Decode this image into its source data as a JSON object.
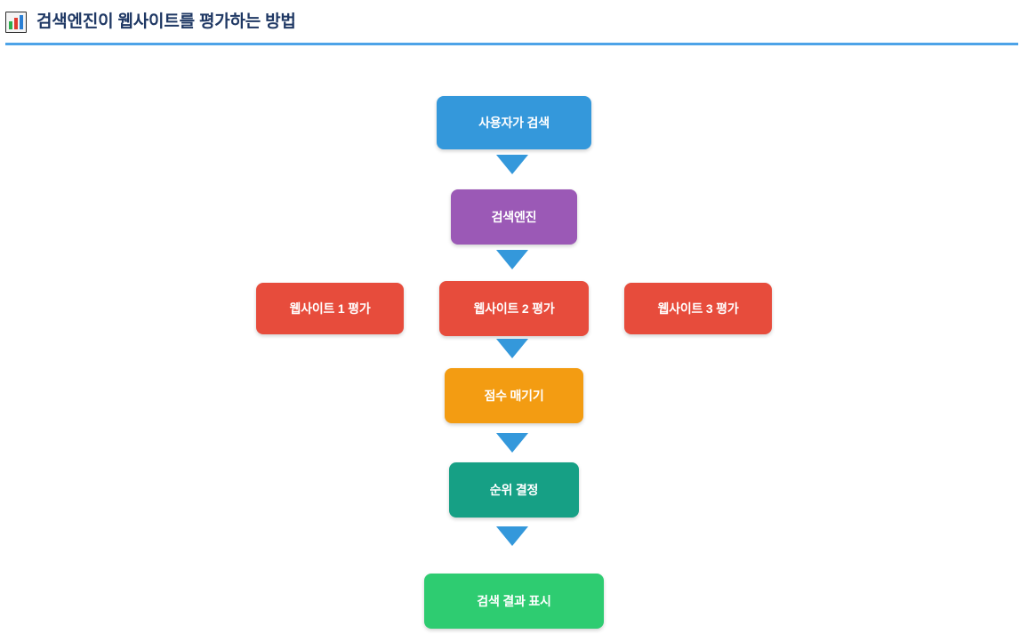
{
  "header": {
    "icon": "bar-chart-icon",
    "title": "검색엔진이 웹사이트를 평가하는 방법",
    "title_color": "#1f3864",
    "rule_color": "#4da3e8"
  },
  "flowchart": {
    "arrow_color": "#3498db",
    "levels": [
      {
        "id": "user-search",
        "nodes": [
          {
            "label": "사용자가 검색",
            "color": "#3498db"
          }
        ]
      },
      {
        "id": "search-engine",
        "nodes": [
          {
            "label": "검색엔진",
            "color": "#9b59b6"
          }
        ]
      },
      {
        "id": "website-evaluation",
        "nodes": [
          {
            "label": "웹사이트 1 평가",
            "color": "#e74c3c"
          },
          {
            "label": "웹사이트 2 평가",
            "color": "#e74c3c"
          },
          {
            "label": "웹사이트 3 평가",
            "color": "#e74c3c"
          }
        ]
      },
      {
        "id": "scoring",
        "nodes": [
          {
            "label": "점수 매기기",
            "color": "#f39c12"
          }
        ]
      },
      {
        "id": "ranking",
        "nodes": [
          {
            "label": "순위 결정",
            "color": "#16a085"
          }
        ]
      },
      {
        "id": "show-results",
        "nodes": [
          {
            "label": "검색 결과 표시",
            "color": "#2ecc71"
          }
        ]
      }
    ]
  }
}
